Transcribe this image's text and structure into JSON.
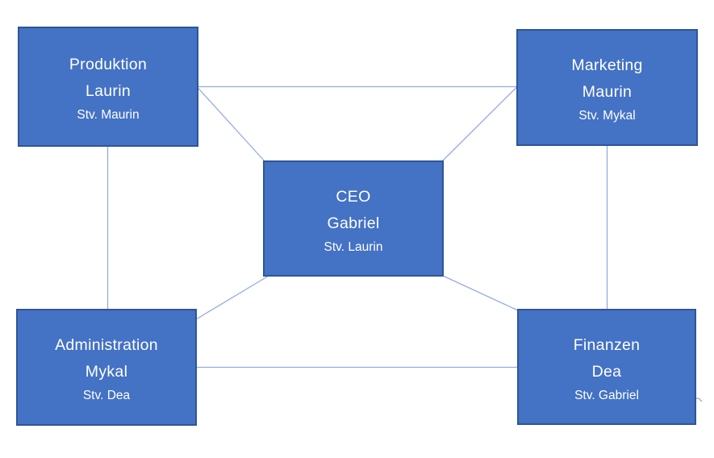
{
  "diagram": {
    "type": "org-chart",
    "nodes": [
      {
        "id": "produktion",
        "title": "Produktion",
        "lead": "Laurin",
        "deputy": "Stv. Maurin"
      },
      {
        "id": "marketing",
        "title": "Marketing",
        "lead": "Maurin",
        "deputy": "Stv. Mykal"
      },
      {
        "id": "ceo",
        "title": "CEO",
        "lead": "Gabriel",
        "deputy": "Stv. Laurin"
      },
      {
        "id": "administration",
        "title": "Administration",
        "lead": "Mykal",
        "deputy": "Stv. Dea"
      },
      {
        "id": "finanzen",
        "title": "Finanzen",
        "lead": "Dea",
        "deputy": "Stv. Gabriel"
      }
    ],
    "edges": [
      {
        "from": "produktion",
        "to": "marketing"
      },
      {
        "from": "produktion",
        "to": "ceo"
      },
      {
        "from": "marketing",
        "to": "ceo"
      },
      {
        "from": "produktion",
        "to": "administration"
      },
      {
        "from": "marketing",
        "to": "finanzen"
      },
      {
        "from": "ceo",
        "to": "administration"
      },
      {
        "from": "ceo",
        "to": "finanzen"
      },
      {
        "from": "administration",
        "to": "finanzen"
      }
    ],
    "colors": {
      "node_fill": "#4472C4",
      "node_border": "#2F5597",
      "connector": "#94ACDE",
      "text": "#FFFFFF",
      "background": "#FFFFFF"
    }
  }
}
